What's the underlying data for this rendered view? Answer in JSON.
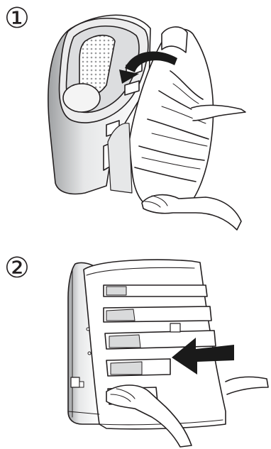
{
  "steps": [
    {
      "number": "①",
      "illustration": "lift-cover-off-hinge"
    },
    {
      "number": "②",
      "illustration": "slide-cover-onto-unit"
    }
  ],
  "colors": {
    "line": "#231f20",
    "shade": "#bcbec0",
    "light_shade": "#d9dadb",
    "arrow": "#1a1a1a"
  }
}
